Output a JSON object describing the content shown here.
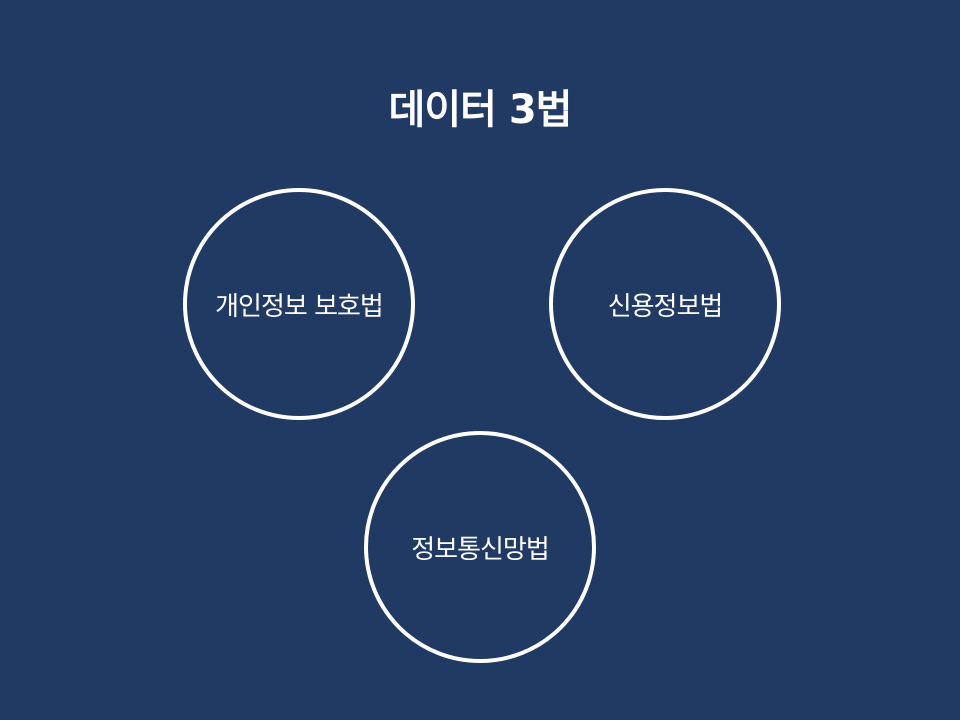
{
  "title": "데이터 3법",
  "colors": {
    "background": "#213a64",
    "foreground": "#ffffff"
  },
  "circles": [
    {
      "label": "개인정보 보호법"
    },
    {
      "label": "신용정보법"
    },
    {
      "label": "정보통신망법"
    }
  ]
}
